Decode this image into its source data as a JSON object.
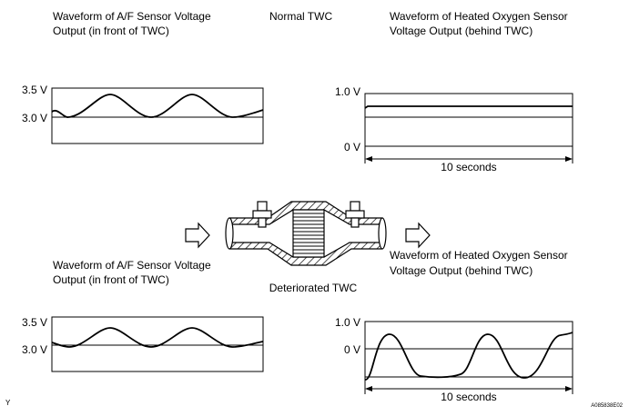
{
  "labels": {
    "normal_title": "Normal TWC",
    "deteriorated_title": "Deteriorated TWC",
    "af_top": [
      "Waveform of A/F Sensor Voltage",
      "Output (in front of TWC)"
    ],
    "ho2_top": [
      "Waveform of Heated Oxygen Sensor",
      "Voltage Output (behind TWC)"
    ],
    "af_bottom": [
      "Waveform of A/F Sensor Voltage",
      "Output (in front of TWC)"
    ],
    "ho2_bottom": [
      "Waveform of Heated Oxygen Sensor",
      "Voltage Output (behind TWC)"
    ],
    "corner_left": "Y",
    "corner_right": "A085838E02"
  },
  "graphs": {
    "af_normal": {
      "ticks": [
        "3.5 V",
        "3.0 V"
      ]
    },
    "ho2_normal": {
      "ticks": [
        "1.0 V",
        "0 V"
      ],
      "duration": "10 seconds"
    },
    "af_deteriorated": {
      "ticks": [
        "3.5 V",
        "3.0 V"
      ]
    },
    "ho2_deteriorated": {
      "ticks": [
        "1.0 V",
        "0 V"
      ],
      "duration": "10 seconds"
    }
  }
}
